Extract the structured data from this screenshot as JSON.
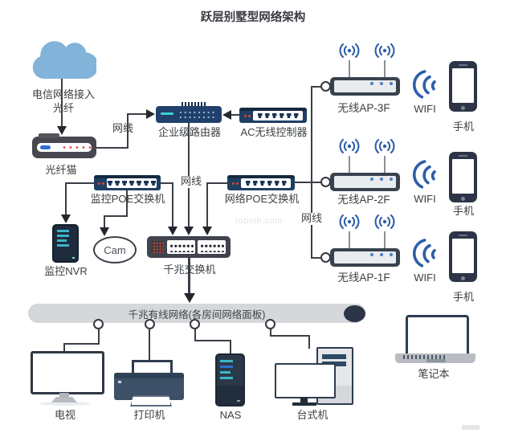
{
  "title": "跃层别墅型网络架构",
  "watermark": "topelb.com",
  "colors": {
    "cloud": "#82b3d9",
    "device_navy": "#1f3f63",
    "router_navy": "#21406b",
    "dark_switch": "#41434e",
    "line": "#3a3f47",
    "accent_blue": "#2d5fa8",
    "bar_gray": "#d5d7da",
    "red_led": "#d94a41",
    "teal_led": "#3ab6c4"
  },
  "wan": {
    "cloud_label": "电信网络接入",
    "fiber_label": "光纤",
    "modem_label": "光纤猫"
  },
  "cables": {
    "modem_router": "网线",
    "router_switch": "网线",
    "ap_bus": "网线"
  },
  "core": {
    "router": "企业级路由器",
    "ac_controller": "AC无线控制器"
  },
  "switches": {
    "poe_surveillance": "监控POE交换机",
    "poe_network": "网络POE交换机",
    "gigabit": "千兆交换机"
  },
  "surveillance": {
    "nvr": "监控NVR",
    "camera": "Cam"
  },
  "wireless": {
    "aps": [
      {
        "label": "无线AP-3F",
        "wifi_label": "WIFI",
        "phone_label": "手机"
      },
      {
        "label": "无线AP-2F",
        "wifi_label": "WIFI",
        "phone_label": "手机"
      },
      {
        "label": "无线AP-1F",
        "wifi_label": "WIFI",
        "phone_label": "手机"
      }
    ]
  },
  "backbone": {
    "label": "千兆有线网络(各房间网络面板)"
  },
  "endpoints": {
    "tv": "电视",
    "printer": "打印机",
    "nas": "NAS",
    "desktop": "台式机",
    "laptop": "笔记本"
  }
}
